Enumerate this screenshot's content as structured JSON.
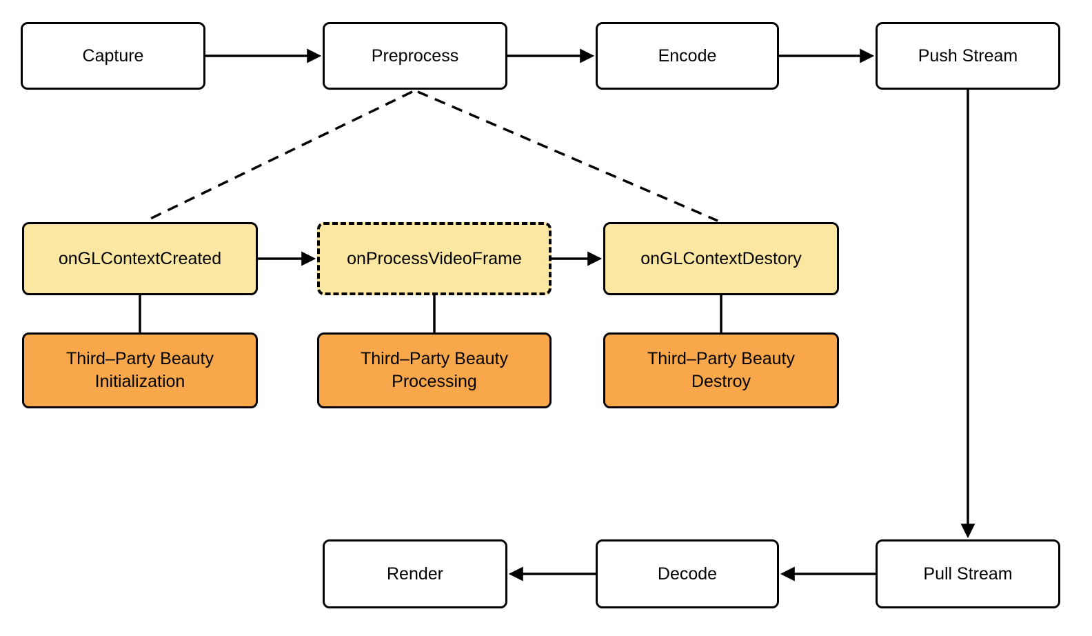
{
  "pipeline_top": {
    "capture": "Capture",
    "preprocess": "Preprocess",
    "encode": "Encode",
    "push_stream": "Push Stream"
  },
  "callbacks": {
    "created": "onGLContextCreated",
    "process": "onProcessVideoFrame",
    "destory": "onGLContextDestory"
  },
  "beauty": {
    "init": "Third–Party Beauty Initialization",
    "processing": "Third–Party Beauty Processing",
    "destroy": "Third–Party Beauty Destroy"
  },
  "pipeline_bottom": {
    "render": "Render",
    "decode": "Decode",
    "pull_stream": "Pull Stream"
  },
  "colors": {
    "callback_fill": "#FBE7A1",
    "beauty_fill": "#F9A74B",
    "node_fill": "#FFFFFF",
    "line": "#000000"
  }
}
